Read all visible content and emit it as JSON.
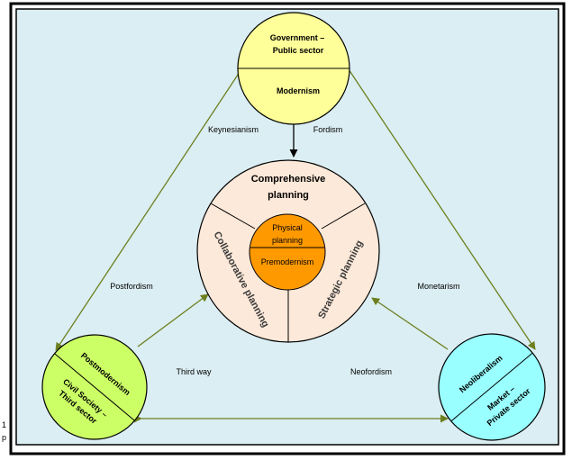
{
  "nodes": {
    "government": {
      "line1": "Government –",
      "line2": "Public sector",
      "era": "Modernism",
      "fill": "#ffff99"
    },
    "civil": {
      "line1": "Civil Society –",
      "line2": "Third sector",
      "era": "Postmodernism",
      "fill": "#ccff66"
    },
    "market": {
      "line1": "Market –",
      "line2": "Private sector",
      "era": "Neoliberalism",
      "fill": "#99ffff"
    }
  },
  "center": {
    "title_line1": "Comprehensive",
    "title_line2": "planning",
    "left": "Collaborative planning",
    "right": "Strategic planning",
    "core_top": "Physical planning",
    "core_bottom": "Premodernism",
    "fill": "#fde9d9",
    "core_fill": "#ff9900"
  },
  "edges": {
    "keynesianism": "Keynesianism",
    "fordism": "Fordism",
    "postfordism": "Postfordism",
    "monetarism": "Monetarism",
    "third_way": "Third way",
    "neofordism": "Neofordism"
  },
  "colors": {
    "background": "#dbeef3",
    "arrow": "#6d7f1f"
  },
  "stray": {
    "a": "1",
    "b": "p"
  }
}
